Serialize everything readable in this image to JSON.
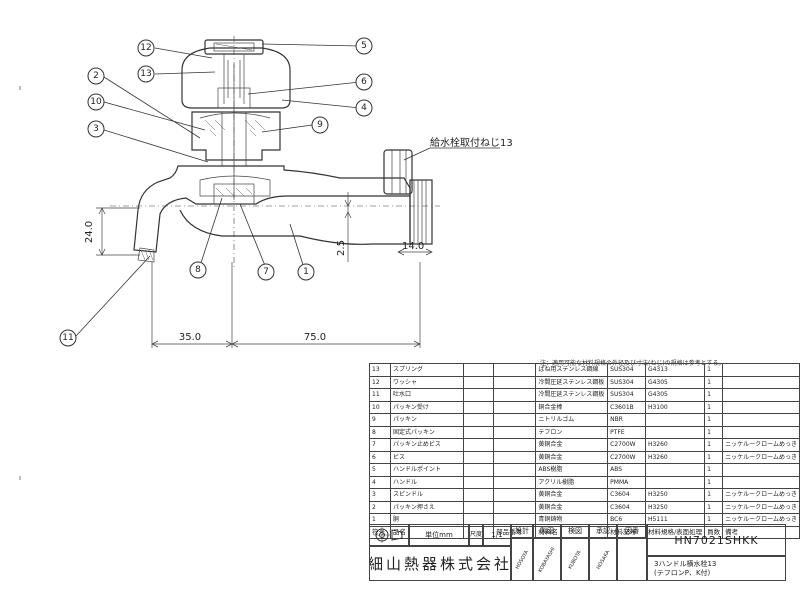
{
  "drawing": {
    "callouts": [
      "1",
      "2",
      "3",
      "4",
      "5",
      "6",
      "7",
      "8",
      "9",
      "10",
      "11",
      "12",
      "13"
    ],
    "dimensions": {
      "d_24": "24.0",
      "d_35": "35.0",
      "d_75": "75.0",
      "d_2_5": "2.5",
      "d_14": "14.0"
    },
    "label_fitting": "給水栓取付ねじ13"
  },
  "note": "注：適用可能な材料規格の外径及び寸法(ねじ)の規格は参考とする。",
  "parts_table": {
    "header": [
      "符号",
      "品名",
      "",
      "部品番号",
      "材料名",
      "材料記号",
      "材料規格/表面処理",
      "員数",
      "備考"
    ],
    "rows": [
      {
        "no": "13",
        "name": "スプリング",
        "mat": "ばね用ステンレス鋼線",
        "sym": "SUS304",
        "std": "G4313",
        "qty": "1",
        "note": ""
      },
      {
        "no": "12",
        "name": "ワッシャ",
        "mat": "冷間圧延ステンレス鋼板",
        "sym": "SUS304",
        "std": "G4305",
        "qty": "1",
        "note": ""
      },
      {
        "no": "11",
        "name": "吐水口",
        "mat": "冷間圧延ステンレス鋼板",
        "sym": "SUS304",
        "std": "G4305",
        "qty": "1",
        "note": ""
      },
      {
        "no": "10",
        "name": "パッキン受け",
        "mat": "銅合金棒",
        "sym": "C3601B",
        "std": "H3100",
        "qty": "1",
        "note": ""
      },
      {
        "no": "9",
        "name": "パッキン",
        "mat": "ニトリルゴム",
        "sym": "NBR",
        "std": "",
        "qty": "1",
        "note": ""
      },
      {
        "no": "8",
        "name": "固定式パッキン",
        "mat": "テフロン",
        "sym": "PTFE",
        "std": "",
        "qty": "1",
        "note": ""
      },
      {
        "no": "7",
        "name": "パッキン止めビス",
        "mat": "黄銅合金",
        "sym": "C2700W",
        "std": "H3260",
        "qty": "1",
        "note": "ニッケルークロームめっき"
      },
      {
        "no": "6",
        "name": "ビス",
        "mat": "黄銅合金",
        "sym": "C2700W",
        "std": "H3260",
        "qty": "1",
        "note": "ニッケルークロームめっき"
      },
      {
        "no": "5",
        "name": "ハンドルポイント",
        "mat": "ABS樹脂",
        "sym": "ABS",
        "std": "",
        "qty": "1",
        "note": ""
      },
      {
        "no": "4",
        "name": "ハンドル",
        "mat": "アクリル樹脂",
        "sym": "PMMA",
        "std": "",
        "qty": "1",
        "note": ""
      },
      {
        "no": "3",
        "name": "スピンドル",
        "mat": "黄銅合金",
        "sym": "C3604",
        "std": "H3250",
        "qty": "1",
        "note": "ニッケルークロームめっき"
      },
      {
        "no": "2",
        "name": "パッキン押さえ",
        "mat": "黄銅合金",
        "sym": "C3604",
        "std": "H3250",
        "qty": "1",
        "note": "ニッケルークロームめっき"
      },
      {
        "no": "1",
        "name": "胴",
        "mat": "青銅鋳物",
        "sym": "BC6",
        "std": "H5111",
        "qty": "1",
        "note": "ニッケルークロームめっき"
      }
    ]
  },
  "title_block": {
    "scale_label": "尺度",
    "scale_value": "1/1",
    "unit": "単位mm",
    "roles": [
      "設計",
      "製図",
      "検図",
      "承認"
    ],
    "company": "細山熱器株式会社",
    "drawing_no_label": "図番",
    "model": "HN7021SHKK",
    "desc_1": "3ハンドル横水栓13",
    "desc_2": "(テフロンP、K付)",
    "col_labels": [
      "材料記号",
      "材料規格/表面処理",
      "員数",
      "備考"
    ]
  }
}
